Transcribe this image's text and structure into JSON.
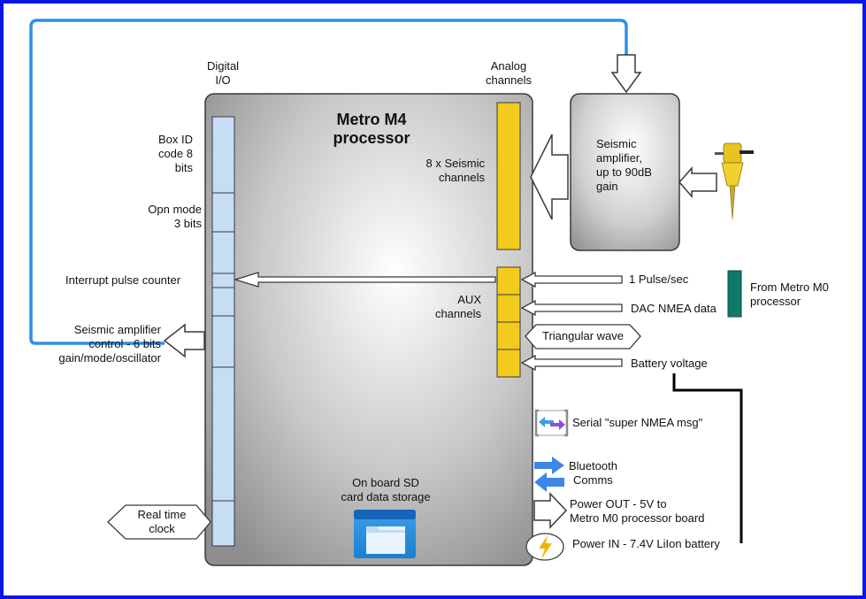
{
  "processor": {
    "title_line1": "Metro M4",
    "title_line2": "processor"
  },
  "digital_io": {
    "header_line1": "Digital",
    "header_line2": "I/O"
  },
  "analog": {
    "header_line1": "Analog",
    "header_line2": "channels",
    "seismic_line1": "8 x Seismic",
    "seismic_line2": "channels"
  },
  "aux": {
    "line1": "AUX",
    "line2": "channels"
  },
  "amplifier": {
    "line1": "Seismic",
    "line2": "amplifier,",
    "line3": "up to 90dB",
    "line4": "gain"
  },
  "digital_inputs": {
    "box_id_line1": "Box ID",
    "box_id_line2": "code 8",
    "box_id_line3": "bits",
    "opn_mode_line1": "Opn mode",
    "opn_mode_line2": "3 bits",
    "interrupt": "Interrupt pulse counter",
    "amp_control_line1": "Seismic amplifier",
    "amp_control_line2": "control - 6 bits",
    "amp_control_line3": "gain/mode/oscillator",
    "rtc_line1": "Real time",
    "rtc_line2": "clock"
  },
  "aux_inputs": {
    "pulse": "1 Pulse/sec",
    "dac": "DAC NMEA data",
    "triangular": "Triangular wave",
    "battery": "Battery voltage",
    "m0_line1": "From Metro M0",
    "m0_line2": "processor"
  },
  "peripherals": {
    "serial": "Serial \"super NMEA msg\"",
    "bluetooth_line1": "Bluetooth",
    "bluetooth_line2": "Comms",
    "power_out_line1": "Power OUT - 5V to",
    "power_out_line2": "Metro M0 processor  board",
    "power_in": "Power IN - 7.4V LiIon battery",
    "sd_line1": "On board SD",
    "sd_line2": "card data storage"
  },
  "colors": {
    "frame_blue": "#0a16e8",
    "loop_blue": "#2f8fe6",
    "io_bar": "#c6def5",
    "analog_bar": "#f2cb1d",
    "m0_bar": "#0f7a6a",
    "arrow_blue": "#3e86e8",
    "arrow_purple": "#8a4fd9",
    "bolt": "#f0b400"
  },
  "icons": {
    "sensor": "seismic-sensor-icon",
    "folder": "folder-icon",
    "serial": "serial-arrows-icon",
    "power": "lightning-icon"
  }
}
